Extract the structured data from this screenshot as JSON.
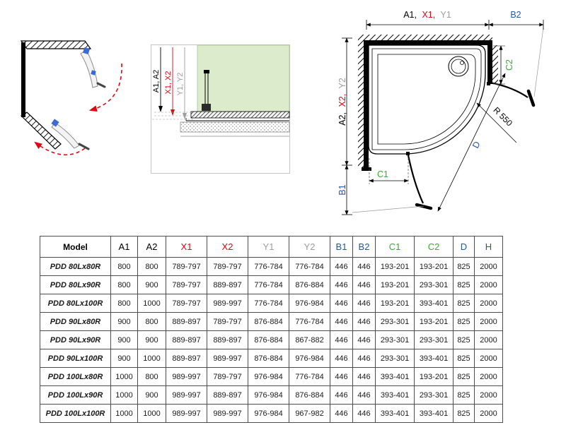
{
  "colors": {
    "red": "#e30613",
    "gray": "#9d9d9c",
    "blue": "#2457a4",
    "green": "#3aaa35",
    "wall_green": "#dcebcc"
  },
  "section": {
    "dim_a": "A1, A2",
    "dim_x": "X1, X2",
    "dim_y": "Y1, Y2"
  },
  "plan": {
    "top_a1": "A1,",
    "top_x1": "X1,",
    "top_y1": "Y1",
    "b2": "B2",
    "left_a2": "A2,",
    "left_x2": "X2,",
    "left_y2": "Y2",
    "b1": "B1",
    "c1": "C1",
    "c2": "C2",
    "r550": "R 550",
    "d": "D"
  },
  "table": {
    "headers": [
      {
        "label": "Model",
        "color": "#000000"
      },
      {
        "label": "A1",
        "color": "#000000"
      },
      {
        "label": "A2",
        "color": "#000000"
      },
      {
        "label": "X1",
        "color": "#e30613"
      },
      {
        "label": "X2",
        "color": "#e30613"
      },
      {
        "label": "Y1",
        "color": "#9d9d9c"
      },
      {
        "label": "Y2",
        "color": "#9d9d9c"
      },
      {
        "label": "B1",
        "color": "#2457a4"
      },
      {
        "label": "B2",
        "color": "#2457a4"
      },
      {
        "label": "C1",
        "color": "#3aaa35"
      },
      {
        "label": "C2",
        "color": "#3aaa35"
      },
      {
        "label": "D",
        "color": "#2457a4"
      },
      {
        "label": "H",
        "color": "#2457a4"
      }
    ],
    "rows": [
      [
        "PDD 80Lx80R",
        "800",
        "800",
        "789-797",
        "789-797",
        "776-784",
        "776-784",
        "446",
        "446",
        "193-201",
        "193-201",
        "825",
        "2000"
      ],
      [
        "PDD 80Lx90R",
        "800",
        "900",
        "789-797",
        "889-897",
        "776-784",
        "876-884",
        "446",
        "446",
        "193-201",
        "293-301",
        "825",
        "2000"
      ],
      [
        "PDD 80Lx100R",
        "800",
        "1000",
        "789-797",
        "989-997",
        "776-784",
        "976-984",
        "446",
        "446",
        "193-201",
        "393-401",
        "825",
        "2000"
      ],
      [
        "PDD 90Lx80R",
        "900",
        "800",
        "889-897",
        "789-797",
        "876-884",
        "776-784",
        "446",
        "446",
        "293-301",
        "193-201",
        "825",
        "2000"
      ],
      [
        "PDD 90Lx90R",
        "900",
        "900",
        "889-897",
        "889-897",
        "876-884",
        "867-882",
        "446",
        "446",
        "293-301",
        "293-301",
        "825",
        "2000"
      ],
      [
        "PDD 90Lx100R",
        "900",
        "1000",
        "889-897",
        "989-997",
        "876-884",
        "976-984",
        "446",
        "446",
        "293-301",
        "393-401",
        "825",
        "2000"
      ],
      [
        "PDD 100Lx80R",
        "1000",
        "800",
        "989-997",
        "789-797",
        "976-984",
        "776-784",
        "446",
        "446",
        "393-401",
        "193-201",
        "825",
        "2000"
      ],
      [
        "PDD 100Lx90R",
        "1000",
        "900",
        "989-997",
        "889-897",
        "976-984",
        "876-884",
        "446",
        "446",
        "393-401",
        "293-301",
        "825",
        "2000"
      ],
      [
        "PDD 100Lx100R",
        "1000",
        "1000",
        "989-997",
        "989-997",
        "976-984",
        "967-982",
        "446",
        "446",
        "393-401",
        "393-401",
        "825",
        "2000"
      ]
    ]
  }
}
